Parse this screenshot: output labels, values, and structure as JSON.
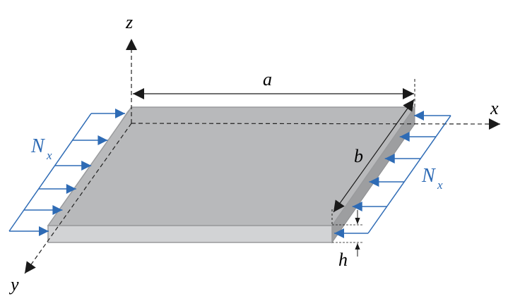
{
  "labels": {
    "z_axis": "z",
    "x_axis": "x",
    "y_axis": "y",
    "length_a": "a",
    "width_b": "b",
    "thickness_h": "h",
    "load_main": "N",
    "load_sub": "x"
  },
  "colors": {
    "load": "#2e6bb5",
    "plate_top": "#b8b9bb",
    "plate_front": "#d2d3d5",
    "plate_side": "#9d9ea0",
    "edge": "#8e8f91",
    "axis": "#222222"
  }
}
